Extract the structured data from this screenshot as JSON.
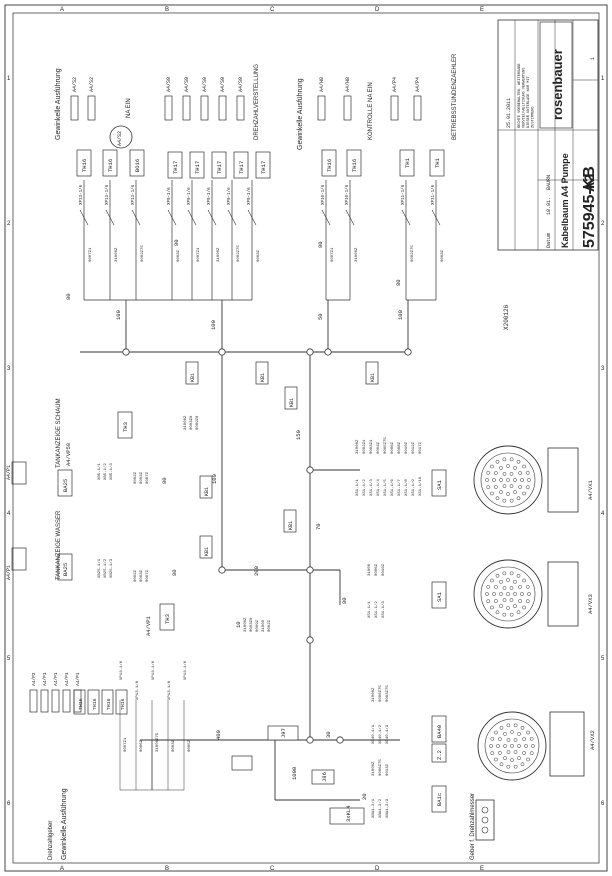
{
  "drawing": {
    "number_prefix": "A2",
    "number": "575945-KB",
    "title": "Kabelbaum A4 Pumpe",
    "doc_code": "X200126",
    "company_name": "rosenbauer",
    "sheet": "1",
    "revision_date": "25.01.2011",
    "revision_note": "BESTELLNR.",
    "date_label": "Datum",
    "date_value": "18.01.",
    "author": "BAURN",
    "format": "A2",
    "copyright_lines": [
      "RECHTE VORBEHALTEN. WEITERGABE",
      "VERVIELFAELTIGUNG VERWERTUNG",
      "DIESER UNTERLAGE NUR MIT",
      "ZUSTIMMUNG"
    ]
  },
  "grid": {
    "top": [
      "A",
      "B",
      "C",
      "D",
      "E"
    ],
    "side": [
      "1",
      "2",
      "3",
      "4",
      "5",
      "6"
    ]
  },
  "sections": {
    "gewinkelle_left": "Gewinkelle Ausführung",
    "gewinkelle_mid": "Gewinkelle Ausführung",
    "gewinkelle_bottom": "Gewinkelle Ausführung",
    "drehzahlverstellung": "DREHZAHLVERSTELLUNG",
    "kontrolle": "KONTROLLE NA EIN",
    "betriebsstunden": "BETRIEBSSTUNDENZAEHLER",
    "na_ein": "NA EIN",
    "tankanzeige_schaum": "TANKANZEIGE SCHAUM",
    "tankanzeige_wasser": "TANKANZEIGE WASSER",
    "geber_drehzahl": "Geber f. Drehzahlmesser",
    "drehzahlgeber": "Drehzahlgeber"
  },
  "connectors": {
    "top_left": [
      "A4/S2",
      "A4/S2"
    ],
    "top_mid": [
      "A4/S9",
      "A4/S9",
      "A4/S9",
      "A4/S9",
      "A4/S9"
    ],
    "kontrolle": [
      "A4/H8",
      "A4/H8"
    ],
    "betrieb": [
      "A4/P4",
      "A4/P4"
    ],
    "circle_label": "A4/S2",
    "circle_pin": "1A",
    "vp58": "A4/VP58",
    "vp1": "A4/VP1",
    "vx1": "A4/VX1",
    "vx3": "A4/VX3",
    "vx2": "A4/VX2",
    "p1": "A4/P1",
    "p1b": "A4/P1",
    "left_column": [
      "A4/P3",
      "A4/P1",
      "A4/P1",
      "A4/P1",
      "A4/P1"
    ],
    "left_gew": "A4/P1"
  },
  "terminals": {
    "th16_a": "TH16",
    "th16_b": "TH16",
    "bo16": "BO16",
    "th17_row": [
      "TH17",
      "TH17",
      "TH17",
      "TH17",
      "TH17"
    ],
    "th16_mid_a": "TH16",
    "th16_mid_b": "TH16",
    "th1_a": "TH1",
    "th1_b": "TH1",
    "th3_top": "TH3",
    "th3_mid": "TH3",
    "ba25_top": "BA25",
    "ba25_mid": "BA25",
    "sa1_top": "SA1",
    "sa1_mid": "SA1",
    "ba40": "BA40",
    "z2": "Z.2",
    "ba1c": "BA1c",
    "bottom_th": [
      "TH16",
      "TH16",
      "TH16",
      "TH16"
    ]
  },
  "bundles": {
    "kb1_row": [
      "KB1",
      "KB1",
      "KB1"
    ],
    "kb1_mid": "KB1",
    "kb1_a": "KB1",
    "kb1_b": "KB1",
    "kb1_c": "KB1",
    "kb1_d": "KB1",
    "j97": "J97",
    "j86": "J86",
    "l3k4": "3xKL4"
  },
  "lengths": {
    "l100a": "100",
    "l100b": "100",
    "l50": "50",
    "l100c": "100",
    "l150": "150",
    "l100d": "100",
    "l200": "200",
    "l70": "70",
    "l80a": "80",
    "l80b": "80",
    "l80c": "80",
    "l80d": "80",
    "l80e": "80",
    "l10": "10",
    "l400": "400",
    "l1000": "1000",
    "l30": "30",
    "l20": "20",
    "l80f": "80",
    "l80g": "80"
  },
  "wires": {
    "top_group1": [
      "XP13-1/6",
      "XP13-1/6"
    ],
    "top_group2": [
      "XP9-1/6",
      "XP9-1/6",
      "XP9-1/6",
      "XP9-1/6",
      "XP9-1/6"
    ],
    "top_group3": [
      "XP10-1/6",
      "XP10-1/6"
    ],
    "top_group4": [
      "XP11-1/6",
      "XP11-1/6"
    ],
    "top_codes": [
      "0007Z1",
      "31000Z",
      "0002Z75",
      "0003Z"
    ],
    "sa1_list": [
      "XS1-1/1",
      "XS1-1/2",
      "XS1-1/3",
      "XS1-1/4",
      "XS1-1/5",
      "XS1-1/6",
      "XS1-1/7",
      "XS1-1/8",
      "XS1-1/9",
      "XS1-1/10"
    ],
    "sa1_codes": [
      "31000Z",
      "0002Z1",
      "0003Z1",
      "0004Z",
      "0005Z75",
      "0006Z",
      "0008Z",
      "0010Z",
      "0012Z",
      "0017Z"
    ],
    "sa1m_list": [
      "XS1-1/1",
      "XS1-1/2",
      "XS1-1/3"
    ],
    "sa1m_codes": [
      "31000",
      "0006Z",
      "0010Z"
    ],
    "ba40_list": [
      "XB40-1/1",
      "XB40-1/2",
      "XB40-1/3"
    ],
    "ba40_codes": [
      "31000Z",
      "0006Z75",
      "0003Z75"
    ],
    "ba1c_list": [
      "XBA1-2/1",
      "XBA1-2/2",
      "XBA1-2/3"
    ],
    "ba1c_codes": [
      "31000Z",
      "0006Z75",
      "0013Z"
    ],
    "ba25_list": [
      "XB5-1/1",
      "XB5-1/2",
      "XB5-1/3"
    ],
    "ba25_codes": [
      "0002Z",
      "0003Z",
      "0007Z"
    ],
    "ba25m_list": [
      "XB25-1/1",
      "XB25-1/2",
      "XB25-1/3"
    ],
    "ba25m_codes": [
      "0002Z",
      "0003Z",
      "0007Z"
    ],
    "th3_codes": [
      "31000Z",
      "0003Z0",
      "0009Z0"
    ],
    "th3m_codes": [
      "31000Z",
      "0003Z0",
      "0009Z",
      "31000",
      "0002Z"
    ],
    "bottom_codes": [
      "0007Z1",
      "0006Z",
      "31000Z75",
      "0003Z",
      "0005Z"
    ],
    "bottom_xp": [
      "XP13-1/6",
      "XP13-1/6",
      "XP13-1/6",
      "XP13-1/6",
      "XP13-1/6"
    ]
  }
}
